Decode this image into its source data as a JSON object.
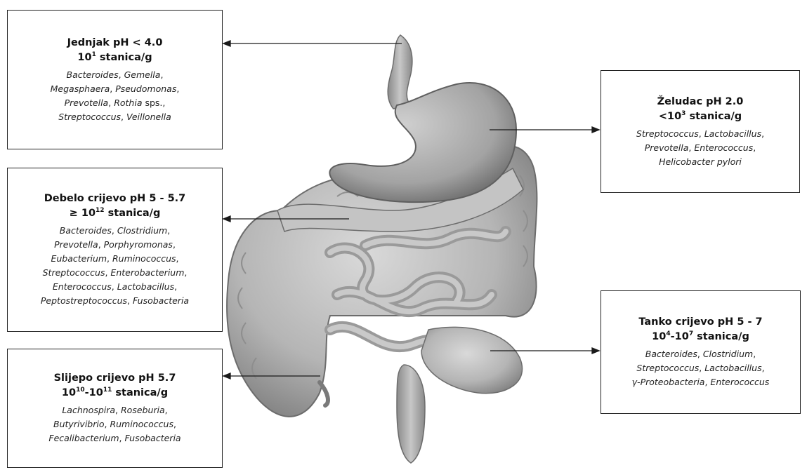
{
  "boxes": [
    {
      "id": "esophagus",
      "title": "Jednjak pH < 4.0",
      "count_base": "10",
      "count_sup": "1",
      "count_rest": " stanica/g",
      "organisms": [
        [
          [
            "Bacteroides",
            true
          ],
          [
            ", ",
            false
          ],
          [
            "Gemella",
            true
          ],
          [
            ",",
            false
          ]
        ],
        [
          [
            "Megasphaera",
            true
          ],
          [
            ", ",
            false
          ],
          [
            "Pseudomonas",
            true
          ],
          [
            ",",
            false
          ]
        ],
        [
          [
            "Prevotella",
            true
          ],
          [
            ", ",
            false
          ],
          [
            "Rothia",
            true
          ],
          [
            " sps.,",
            false
          ]
        ],
        [
          [
            "Streptococcus",
            true
          ],
          [
            ", ",
            false
          ],
          [
            "Veillonella",
            true
          ]
        ]
      ]
    },
    {
      "id": "stomach",
      "title": "Želudac pH 2.0",
      "count_pre": "<10",
      "count_sup": "3",
      "count_rest": " stanica/g",
      "organisms": [
        [
          [
            "Streptococcus",
            true
          ],
          [
            ", ",
            false
          ],
          [
            "Lactobacillus",
            true
          ],
          [
            ",",
            false
          ]
        ],
        [
          [
            "Prevotella",
            true
          ],
          [
            ", ",
            false
          ],
          [
            "Enterococcus",
            true
          ],
          [
            ",",
            false
          ]
        ],
        [
          [
            "Helicobacter pylori",
            true
          ]
        ]
      ]
    },
    {
      "id": "colon",
      "title": "Debelo crijevo pH 5 - 5.7",
      "count_pre": "≥ 10",
      "count_sup": "12",
      "count_rest": " stanica/g",
      "organisms": [
        [
          [
            "Bacteroides",
            true
          ],
          [
            ", ",
            false
          ],
          [
            "Clostridium",
            true
          ],
          [
            ",",
            false
          ]
        ],
        [
          [
            "Prevotella",
            true
          ],
          [
            ", ",
            false
          ],
          [
            "Porphyromonas",
            true
          ],
          [
            ",",
            false
          ]
        ],
        [
          [
            "Eubacterium",
            true
          ],
          [
            ", ",
            false
          ],
          [
            "Ruminococcus",
            true
          ],
          [
            ",",
            false
          ]
        ],
        [
          [
            "Streptococcus",
            true
          ],
          [
            ", ",
            false
          ],
          [
            "Enterobacterium",
            true
          ],
          [
            ",",
            false
          ]
        ],
        [
          [
            "Enterococcus",
            true
          ],
          [
            ", ",
            false
          ],
          [
            "Lactobacillus",
            true
          ],
          [
            ",",
            false
          ]
        ],
        [
          [
            "Peptostreptococcus",
            true
          ],
          [
            ", ",
            false
          ],
          [
            "Fusobacteria",
            true
          ]
        ]
      ]
    },
    {
      "id": "small-intestine",
      "title": "Tanko crijevo pH 5 - 7",
      "count_pre": "10",
      "count_sup": "4",
      "count_mid": "-10",
      "count_sup2": "7",
      "count_rest": " stanica/g",
      "organisms": [
        [
          [
            "Bacteroides",
            true
          ],
          [
            ", ",
            false
          ],
          [
            "Clostridium",
            true
          ],
          [
            ",",
            false
          ]
        ],
        [
          [
            "Streptococcus",
            true
          ],
          [
            ", ",
            false
          ],
          [
            "Lactobacillus",
            true
          ],
          [
            ",",
            false
          ]
        ],
        [
          [
            "γ-Proteobacteria",
            true
          ],
          [
            ", ",
            false
          ],
          [
            "Enterococcus",
            true
          ]
        ]
      ]
    },
    {
      "id": "cecum",
      "title": "Slijepo crijevo pH 5.7",
      "count_pre": "10",
      "count_sup": "10",
      "count_mid": "-10",
      "count_sup2": "11",
      "count_rest": " stanica/g",
      "organisms": [
        [
          [
            "Lachnospira",
            true
          ],
          [
            ", ",
            false
          ],
          [
            "Roseburia",
            true
          ],
          [
            ",",
            false
          ]
        ],
        [
          [
            "Butyrivibrio",
            true
          ],
          [
            ", ",
            false
          ],
          [
            "Ruminococcus",
            true
          ],
          [
            ",",
            false
          ]
        ],
        [
          [
            "Fecalibacterium",
            true
          ],
          [
            ", ",
            false
          ],
          [
            "Fusobacteria",
            true
          ]
        ]
      ]
    }
  ]
}
